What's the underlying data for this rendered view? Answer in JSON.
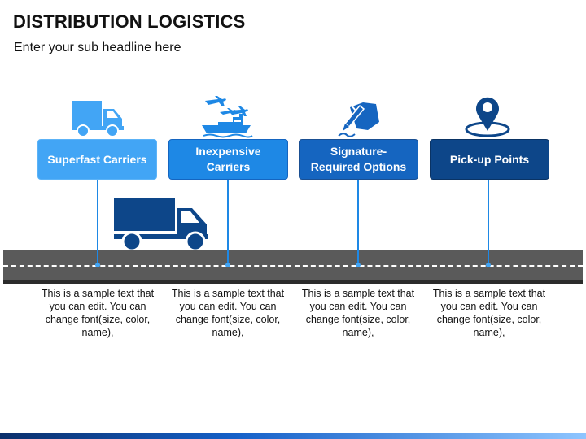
{
  "title": "DISTRIBUTION LOGISTICS",
  "subtitle": "Enter your sub headline here",
  "colors": {
    "box1": "#42a5f5",
    "box2": "#1e88e5",
    "box3": "#1565c0",
    "box4": "#0d4689",
    "road": "#5a5a5a",
    "truck": "#0d4689"
  },
  "steps": [
    {
      "label": "Superfast Carriers",
      "icon": "truck-icon",
      "description": "This is a sample text that you can edit. You can change font(size, color, name),"
    },
    {
      "label": "Inexpensive Carriers",
      "icon": "planes-and-ship-icon",
      "description": "This is a sample text that you can edit. You can change font(size, color, name),"
    },
    {
      "label": "Signature-Required Options",
      "icon": "signature-hand-icon",
      "description": "This is a sample text that you can edit. You can change font(size, color, name),"
    },
    {
      "label": "Pick-up Points",
      "icon": "location-pin-icon",
      "description": "This is a sample text that you can edit. You can change font(size, color, name),"
    }
  ]
}
